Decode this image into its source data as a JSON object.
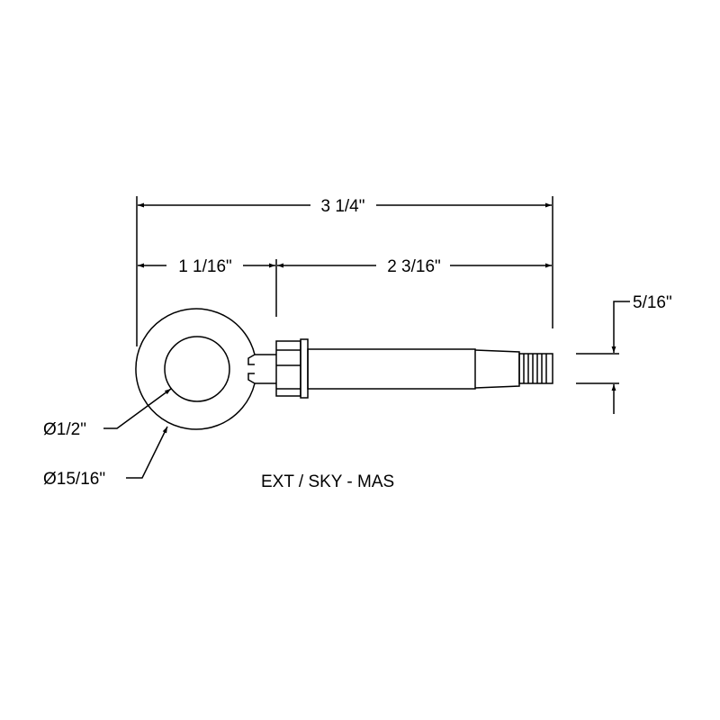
{
  "dimensions": {
    "overall_length": "3 1/4\"",
    "eye_length": "1 1/16\"",
    "shank_length": "2 3/16\"",
    "thread_diameter": "5/16\"",
    "inner_diameter": "Ø1/2\"",
    "outer_diameter": "Ø15/16\""
  },
  "caption": "EXT / SKY - MAS"
}
